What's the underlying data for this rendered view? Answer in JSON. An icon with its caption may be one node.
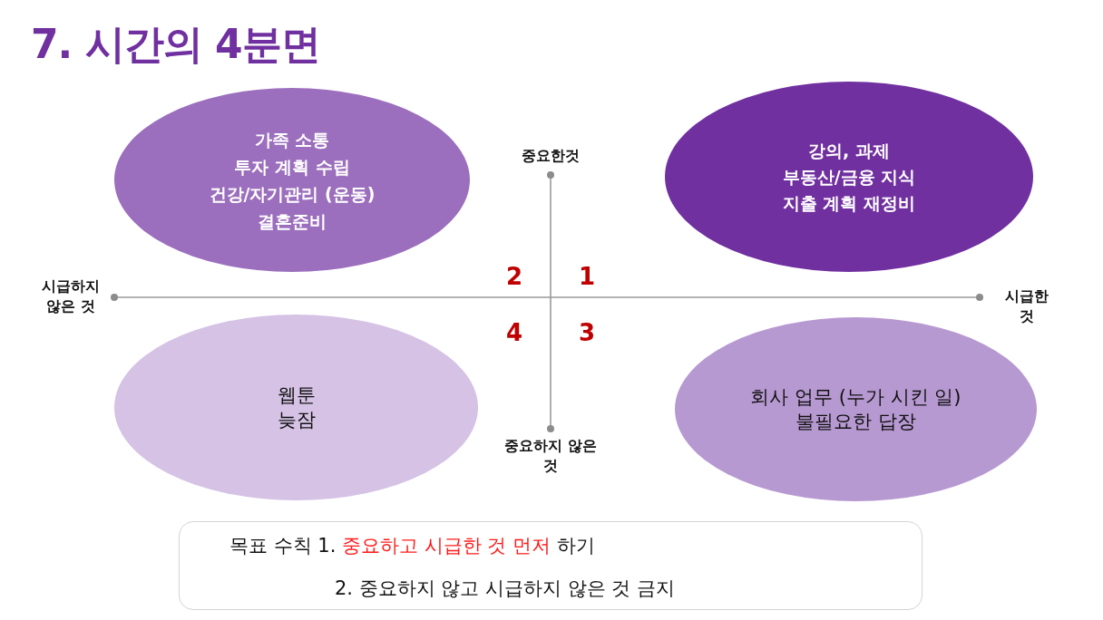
{
  "diagram": {
    "title": "7. 시간의 4분면",
    "nodes": [
      {
        "text": [
          "가족 소통",
          "투자 계획 수립",
          "건강/자기관리 (운동)",
          "결혼준비"
        ]
      },
      {
        "text": [
          "강의, 과제",
          "부동산/금융 지식",
          "지출 계획 재정비"
        ]
      },
      {
        "text": [
          "웹툰",
          "늦잠"
        ]
      },
      {
        "text": [
          "회사 업무 (누가 시킨 일)",
          "불필요한 답장"
        ]
      },
      {
        "text": [
          "목표 수칙 1. **중요하고 시급한 것 먼저** 하기",
          "2. 중요하지 않고 시급하지 않은 것 금지"
        ]
      }
    ],
    "labels": [
      "중요한것",
      "2",
      "1",
      "시급하지 않은 것",
      "시급한 것",
      "4",
      "3",
      "중요하지 않은 것"
    ]
  }
}
